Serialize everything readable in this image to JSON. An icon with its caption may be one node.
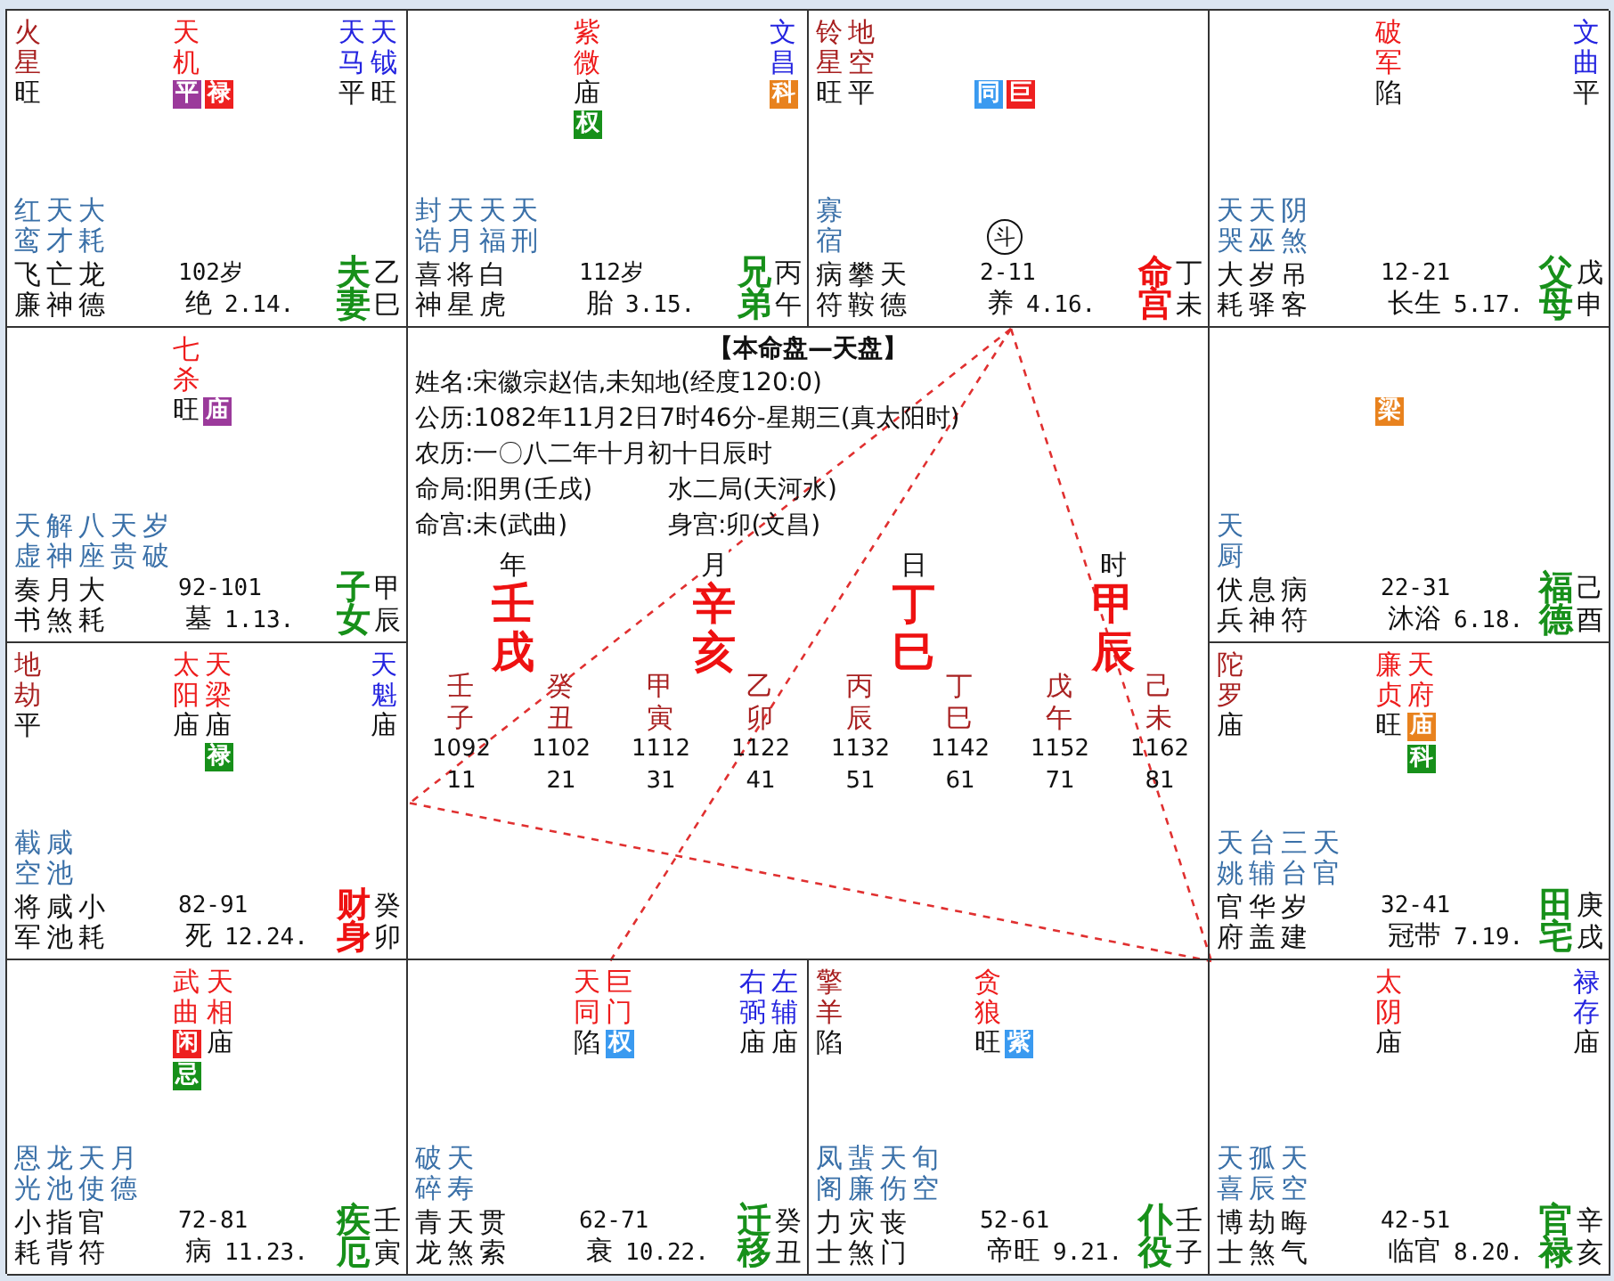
{
  "diagram": {
    "nodes": [
      {
        "text": [
          "火星",
          "旺",
          "天机",
          "平",
          "禄",
          "天马",
          "平",
          "天钺",
          "旺",
          "红鸾",
          "天才",
          "大耗",
          "飞廉",
          "亡神",
          "龙德",
          "102岁",
          "绝",
          "2.14.",
          "夫妻",
          "乙巳"
        ]
      },
      {
        "text": [
          "紫微",
          "庙",
          "权",
          "文昌",
          "科",
          "封诰",
          "天月",
          "天福",
          "天刑",
          "喜神",
          "将星",
          "白虎",
          "112岁",
          "胎",
          "3.15.",
          "兄弟",
          "丙午"
        ]
      },
      {
        "text": [
          "铃星",
          "旺",
          "地空",
          "平",
          "同",
          "巨",
          "寡宿",
          "斗",
          "病符",
          "攀鞍",
          "天德",
          "2-11",
          "养",
          "4.16.",
          "命宫",
          "丁未"
        ]
      },
      {
        "text": [
          "破军",
          "陷",
          "文曲",
          "平",
          "天哭",
          "天巫",
          "阴煞",
          "大耗",
          "岁驿",
          "吊客",
          "12-21",
          "长生",
          "5.17.",
          "父母",
          "戊申"
        ]
      },
      {
        "text": [
          "七杀",
          "旺",
          "庙",
          "天虚",
          "解神",
          "八座",
          "天贵",
          "岁破",
          "奏书",
          "月煞",
          "大耗",
          "92-101",
          "墓",
          "1.13.",
          "子女",
          "甲辰"
        ]
      },
      {
        "text": [
          "梁",
          "天厨",
          "伏兵",
          "息神",
          "病符",
          "22-31",
          "沐浴",
          "6.18.",
          "福德",
          "己酉"
        ]
      },
      {
        "text": [
          "地劫",
          "平",
          "太阳",
          "庙",
          "天梁",
          "庙",
          "禄",
          "天魁",
          "庙",
          "截空",
          "咸池",
          "将军",
          "咸池",
          "小耗",
          "82-91",
          "死",
          "12.24.",
          "财身",
          "癸卯"
        ]
      },
      {
        "text": [
          "陀罗",
          "庙",
          "廉贞",
          "旺",
          "天府",
          "庙",
          "科",
          "天姚",
          "台辅",
          "三台",
          "天官",
          "官府",
          "华盖",
          "岁建",
          "32-41",
          "冠带",
          "7.19.",
          "田宅",
          "庚戌"
        ]
      },
      {
        "text": [
          "武曲",
          "闲",
          "忌",
          "天相",
          "庙",
          "恩光",
          "龙池",
          "天使",
          "月德",
          "小耗",
          "指背",
          "官符",
          "72-81",
          "病",
          "11.23.",
          "疾厄",
          "壬寅"
        ]
      },
      {
        "text": [
          "天同",
          "陷",
          "巨门",
          "权",
          "右弼",
          "庙",
          "左辅",
          "庙",
          "破碎",
          "天寿",
          "青龙",
          "天煞",
          "贯索",
          "62-71",
          "衰",
          "10.22.",
          "迁移",
          "癸丑"
        ]
      },
      {
        "text": [
          "擎羊",
          "陷",
          "贪狼",
          "旺",
          "紫",
          "凤阁",
          "蜚廉",
          "天伤",
          "旬空",
          "力士",
          "灾煞",
          "丧门",
          "52-61",
          "帝旺",
          "9.21.",
          "仆役",
          "壬子"
        ]
      },
      {
        "text": [
          "太阴",
          "庙",
          "禄存",
          "庙",
          "天喜",
          "孤辰",
          "天空",
          "博士",
          "劫煞",
          "晦气",
          "42-51",
          "临官",
          "8.20.",
          "官禄",
          "辛亥"
        ]
      }
    ],
    "edges": [
      {
        "from": 2,
        "to": 6,
        "arrow": "none",
        "style": "dashed"
      },
      {
        "from": 2,
        "to": 9,
        "arrow": "none",
        "style": "dashed"
      },
      {
        "from": 2,
        "to": 11,
        "arrow": "none",
        "style": "dashed"
      },
      {
        "from": 6,
        "to": 11,
        "arrow": "none",
        "style": "dashed"
      }
    ],
    "labels": [
      "【本命盘—天盘】",
      "姓名:宋徽宗赵佶,未知地(经度120:0)",
      "公历:1082年11月2日7时46分-星期三(真太阳时)",
      "农历:一〇八二年十月初十日辰时",
      "命局:阳男(壬戌)",
      "水二局(天河水)",
      "命宫:未(武曲)",
      "身宫:卯(文昌)",
      "年",
      "壬戌",
      "月",
      "辛亥",
      "日",
      "丁巳",
      "时",
      "甲辰",
      "壬子",
      "1092",
      "11",
      "癸丑",
      "1102",
      "21",
      "甲寅",
      "1112",
      "31",
      "乙卯",
      "1122",
      "41",
      "丙辰",
      "1132",
      "51",
      "丁巳",
      "1142",
      "61",
      "戊午",
      "1152",
      "71",
      "己未",
      "1162",
      "81"
    ]
  }
}
